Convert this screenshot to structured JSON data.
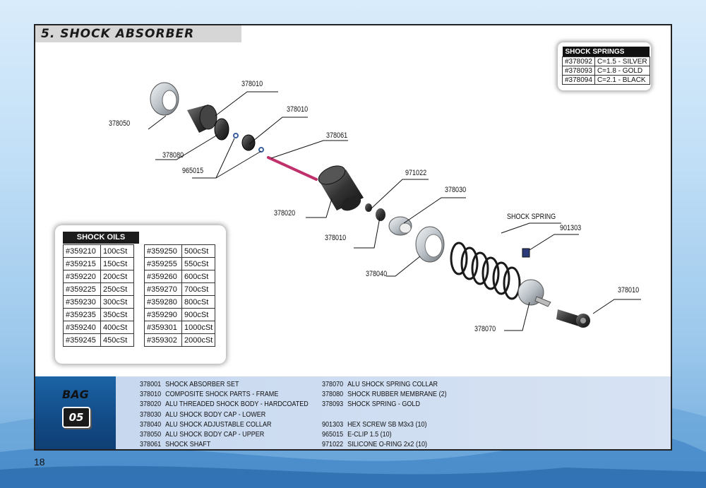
{
  "title": "5. SHOCK ABSORBER",
  "callouts": [
    {
      "id": "c-378010-a",
      "text": "378010"
    },
    {
      "id": "c-378050",
      "text": "378050"
    },
    {
      "id": "c-378010-b",
      "text": "378010"
    },
    {
      "id": "c-378080",
      "text": "378080"
    },
    {
      "id": "c-378061",
      "text": "378061"
    },
    {
      "id": "c-965015",
      "text": "965015"
    },
    {
      "id": "c-971022",
      "text": "971022"
    },
    {
      "id": "c-378030",
      "text": "378030"
    },
    {
      "id": "c-378020",
      "text": "378020"
    },
    {
      "id": "c-shock-spring",
      "text": "SHOCK SPRING"
    },
    {
      "id": "c-378010-c",
      "text": "378010"
    },
    {
      "id": "c-901303",
      "text": "901303"
    },
    {
      "id": "c-378040",
      "text": "378040"
    },
    {
      "id": "c-378010-d",
      "text": "378010"
    },
    {
      "id": "c-378070",
      "text": "378070"
    }
  ],
  "shock_springs": {
    "header": "SHOCK SPRINGS",
    "rows": [
      {
        "code": "#378092",
        "spec": "C=1.5 - SILVER"
      },
      {
        "code": "#378093",
        "spec": "C=1.8 - GOLD"
      },
      {
        "code": "#378094",
        "spec": "C=2.1 - BLACK"
      }
    ]
  },
  "shock_oils": {
    "header": "SHOCK OILS",
    "left": [
      {
        "code": "#359210",
        "visc": "100cSt"
      },
      {
        "code": "#359215",
        "visc": "150cSt"
      },
      {
        "code": "#359220",
        "visc": "200cSt"
      },
      {
        "code": "#359225",
        "visc": "250cSt"
      },
      {
        "code": "#359230",
        "visc": "300cSt"
      },
      {
        "code": "#359235",
        "visc": "350cSt"
      },
      {
        "code": "#359240",
        "visc": "400cSt"
      },
      {
        "code": "#359245",
        "visc": "450cSt"
      }
    ],
    "right": [
      {
        "code": "#359250",
        "visc": "500cSt"
      },
      {
        "code": "#359255",
        "visc": "550cSt"
      },
      {
        "code": "#359260",
        "visc": "600cSt"
      },
      {
        "code": "#359270",
        "visc": "700cSt"
      },
      {
        "code": "#359280",
        "visc": "800cSt"
      },
      {
        "code": "#359290",
        "visc": "900cSt"
      },
      {
        "code": "#359301",
        "visc": "1000cSt"
      },
      {
        "code": "#359302",
        "visc": "2000cSt"
      }
    ]
  },
  "bag": {
    "label": "BAG",
    "number": "05"
  },
  "parts_left": [
    {
      "code": "378001",
      "desc": "SHOCK ABSORBER SET"
    },
    {
      "code": "378010",
      "desc": "COMPOSITE SHOCK PARTS - FRAME"
    },
    {
      "code": "378020",
      "desc": "ALU THREADED SHOCK BODY - HARDCOATED"
    },
    {
      "code": "378030",
      "desc": "ALU SHOCK BODY CAP - LOWER"
    },
    {
      "code": "378040",
      "desc": "ALU SHOCK ADJUSTABLE COLLAR"
    },
    {
      "code": "378050",
      "desc": "ALU SHOCK BODY CAP - UPPER"
    },
    {
      "code": "378061",
      "desc": "SHOCK SHAFT"
    }
  ],
  "parts_right": [
    {
      "code": "378070",
      "desc": "ALU SHOCK SPRING COLLAR"
    },
    {
      "code": "378080",
      "desc": "SHOCK RUBBER MEMBRANE (2)"
    },
    {
      "code": "378093",
      "desc": "SHOCK SPRING - GOLD"
    },
    {
      "code": "",
      "desc": ""
    },
    {
      "code": "901303",
      "desc": "HEX SCREW SB M3x3  (10)"
    },
    {
      "code": "965015",
      "desc": "E-CLIP 1.5  (10)"
    },
    {
      "code": "971022",
      "desc": "SILICONE O-RING 2x2  (10)"
    }
  ],
  "page_number": "18"
}
